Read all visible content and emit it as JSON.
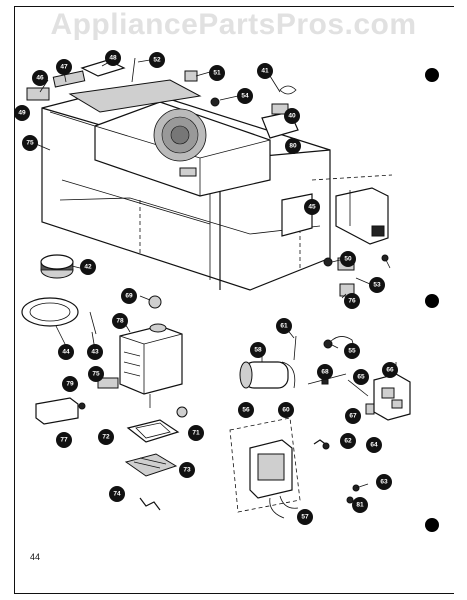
{
  "watermark": "AppliancePartsPros.com",
  "page_number": "44",
  "callouts": [
    "46",
    "47",
    "48",
    "52",
    "51",
    "41",
    "40",
    "49",
    "54",
    "75",
    "80",
    "45",
    "42",
    "69",
    "50",
    "53",
    "44",
    "43",
    "78",
    "76",
    "61",
    "55",
    "58",
    "66",
    "68",
    "65",
    "60",
    "56",
    "79",
    "75",
    "67",
    "64",
    "77",
    "72",
    "71",
    "62",
    "73",
    "63",
    "57",
    "74",
    "81"
  ]
}
